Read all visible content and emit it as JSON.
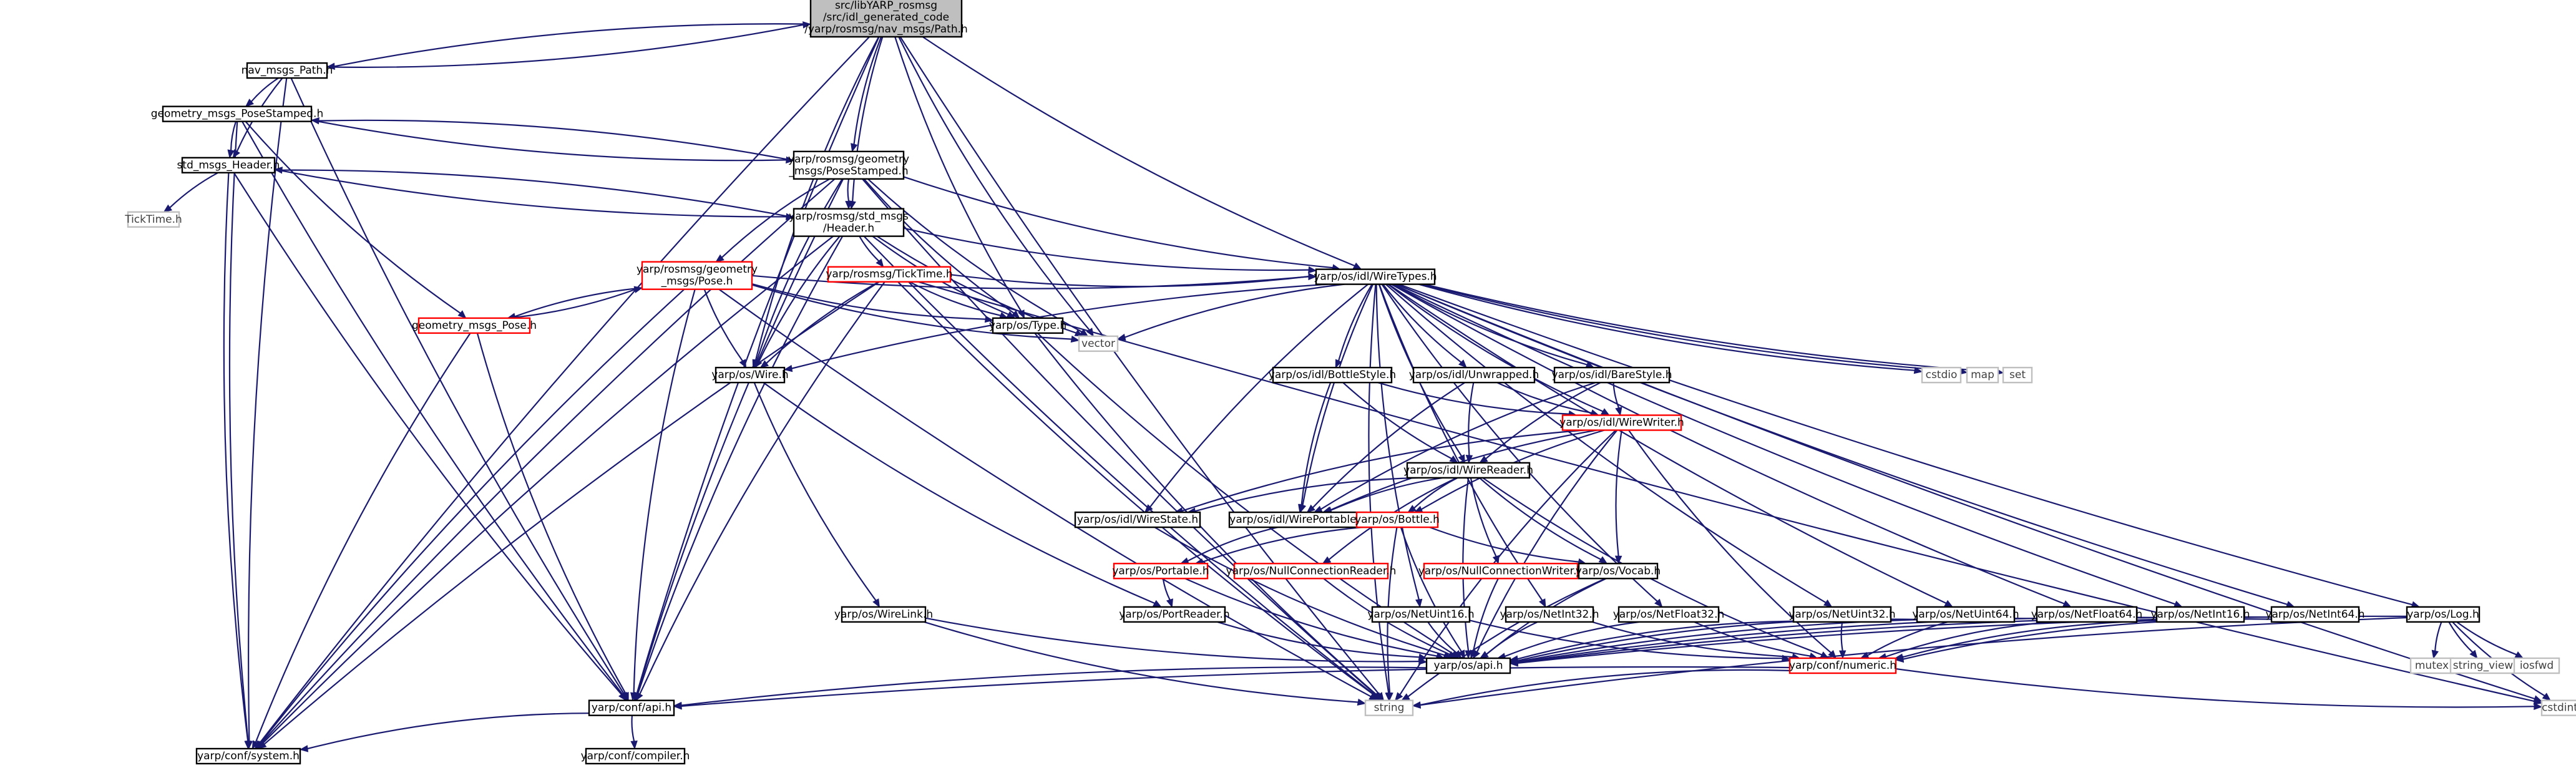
{
  "colors": {
    "edge": "#191970",
    "border_default": "#000000",
    "border_red": "#ff0000",
    "border_gray": "#bfbfbf",
    "fill_root": "#bfbfbf",
    "fill_default": "#ffffff",
    "text_default": "#000000",
    "text_gray": "#404040"
  },
  "nodes": [
    {
      "id": "root",
      "lines": [
        "src/libYARP_rosmsg",
        "/src/idl_generated_code",
        "/yarp/rosmsg/nav_msgs/Path.h"
      ],
      "style": "root"
    },
    {
      "id": "nav_path",
      "lines": [
        "nav_msgs_Path.h"
      ],
      "style": "default"
    },
    {
      "id": "gm_posestamped",
      "lines": [
        "geometry_msgs_PoseStamped.h"
      ],
      "style": "default"
    },
    {
      "id": "std_header",
      "lines": [
        "std_msgs_Header.h"
      ],
      "style": "default"
    },
    {
      "id": "ticktime_ext",
      "lines": [
        "TickTime.h"
      ],
      "style": "gray"
    },
    {
      "id": "yr_posestamped",
      "lines": [
        "yarp/rosmsg/geometry",
        "_msgs/PoseStamped.h"
      ],
      "style": "default"
    },
    {
      "id": "yr_header",
      "lines": [
        "yarp/rosmsg/std_msgs",
        "/Header.h"
      ],
      "style": "default"
    },
    {
      "id": "yr_pose",
      "lines": [
        "yarp/rosmsg/geometry",
        "_msgs/Pose.h"
      ],
      "style": "red"
    },
    {
      "id": "yr_ticktime",
      "lines": [
        "yarp/rosmsg/TickTime.h"
      ],
      "style": "red"
    },
    {
      "id": "gm_pose",
      "lines": [
        "geometry_msgs_Pose.h"
      ],
      "style": "red"
    },
    {
      "id": "os_type",
      "lines": [
        "yarp/os/Type.h"
      ],
      "style": "default"
    },
    {
      "id": "os_wire",
      "lines": [
        "yarp/os/Wire.h"
      ],
      "style": "default"
    },
    {
      "id": "vector",
      "lines": [
        "vector"
      ],
      "style": "gray"
    },
    {
      "id": "wiretypes",
      "lines": [
        "yarp/os/idl/WireTypes.h"
      ],
      "style": "default"
    },
    {
      "id": "cstdio",
      "lines": [
        "cstdio"
      ],
      "style": "gray"
    },
    {
      "id": "map",
      "lines": [
        "map"
      ],
      "style": "gray"
    },
    {
      "id": "set",
      "lines": [
        "set"
      ],
      "style": "gray"
    },
    {
      "id": "bottlestyle",
      "lines": [
        "yarp/os/idl/BottleStyle.h"
      ],
      "style": "default"
    },
    {
      "id": "unwrapped",
      "lines": [
        "yarp/os/idl/Unwrapped.h"
      ],
      "style": "default"
    },
    {
      "id": "barestyle",
      "lines": [
        "yarp/os/idl/BareStyle.h"
      ],
      "style": "default"
    },
    {
      "id": "wirewriter",
      "lines": [
        "yarp/os/idl/WireWriter.h"
      ],
      "style": "red"
    },
    {
      "id": "wirereader",
      "lines": [
        "yarp/os/idl/WireReader.h"
      ],
      "style": "default"
    },
    {
      "id": "wirestate",
      "lines": [
        "yarp/os/idl/WireState.h"
      ],
      "style": "default"
    },
    {
      "id": "wireportable",
      "lines": [
        "yarp/os/idl/WirePortable.h"
      ],
      "style": "default"
    },
    {
      "id": "bottle",
      "lines": [
        "yarp/os/Bottle.h"
      ],
      "style": "red"
    },
    {
      "id": "portable",
      "lines": [
        "yarp/os/Portable.h"
      ],
      "style": "red"
    },
    {
      "id": "nullconnreader",
      "lines": [
        "yarp/os/NullConnectionReader.h"
      ],
      "style": "red"
    },
    {
      "id": "nullconnwriter",
      "lines": [
        "yarp/os/NullConnectionWriter.h"
      ],
      "style": "red"
    },
    {
      "id": "vocab",
      "lines": [
        "yarp/os/Vocab.h"
      ],
      "style": "default"
    },
    {
      "id": "wirelink",
      "lines": [
        "yarp/os/WireLink.h"
      ],
      "style": "default"
    },
    {
      "id": "portreader",
      "lines": [
        "yarp/os/PortReader.h"
      ],
      "style": "default"
    },
    {
      "id": "netuint16",
      "lines": [
        "yarp/os/NetUint16.h"
      ],
      "style": "default"
    },
    {
      "id": "netint32",
      "lines": [
        "yarp/os/NetInt32.h"
      ],
      "style": "default"
    },
    {
      "id": "netfloat32",
      "lines": [
        "yarp/os/NetFloat32.h"
      ],
      "style": "default"
    },
    {
      "id": "netuint32",
      "lines": [
        "yarp/os/NetUint32.h"
      ],
      "style": "default"
    },
    {
      "id": "netuint64",
      "lines": [
        "yarp/os/NetUint64.h"
      ],
      "style": "default"
    },
    {
      "id": "netfloat64",
      "lines": [
        "yarp/os/NetFloat64.h"
      ],
      "style": "default"
    },
    {
      "id": "netint16",
      "lines": [
        "yarp/os/NetInt16.h"
      ],
      "style": "default"
    },
    {
      "id": "netint64",
      "lines": [
        "yarp/os/NetInt64.h"
      ],
      "style": "default"
    },
    {
      "id": "oslog",
      "lines": [
        "yarp/os/Log.h"
      ],
      "style": "default"
    },
    {
      "id": "mutex",
      "lines": [
        "mutex"
      ],
      "style": "gray"
    },
    {
      "id": "string_view",
      "lines": [
        "string_view"
      ],
      "style": "gray"
    },
    {
      "id": "iosfwd",
      "lines": [
        "iosfwd"
      ],
      "style": "gray"
    },
    {
      "id": "os_api",
      "lines": [
        "yarp/os/api.h"
      ],
      "style": "default"
    },
    {
      "id": "numeric",
      "lines": [
        "yarp/conf/numeric.h"
      ],
      "style": "red"
    },
    {
      "id": "conf_api",
      "lines": [
        "yarp/conf/api.h"
      ],
      "style": "default"
    },
    {
      "id": "string",
      "lines": [
        "string"
      ],
      "style": "gray"
    },
    {
      "id": "cstdint",
      "lines": [
        "cstdint"
      ],
      "style": "gray"
    },
    {
      "id": "conf_system",
      "lines": [
        "yarp/conf/system.h"
      ],
      "style": "default"
    },
    {
      "id": "conf_compiler",
      "lines": [
        "yarp/conf/compiler.h"
      ],
      "style": "default"
    }
  ],
  "edges": [
    [
      "root",
      "nav_path"
    ],
    [
      "root",
      "conf_system"
    ],
    [
      "root",
      "yr_posestamped"
    ],
    [
      "root",
      "yr_header"
    ],
    [
      "root",
      "os_wire"
    ],
    [
      "root",
      "os_type"
    ],
    [
      "root",
      "wiretypes"
    ],
    [
      "root",
      "vector"
    ],
    [
      "root",
      "string"
    ],
    [
      "root",
      "conf_api"
    ],
    [
      "nav_path",
      "gm_posestamped"
    ],
    [
      "nav_path",
      "std_header"
    ],
    [
      "nav_path",
      "conf_system"
    ],
    [
      "nav_path",
      "conf_api"
    ],
    [
      "nav_path",
      "root"
    ],
    [
      "gm_posestamped",
      "yr_posestamped"
    ],
    [
      "gm_posestamped",
      "gm_pose"
    ],
    [
      "gm_posestamped",
      "std_header"
    ],
    [
      "gm_posestamped",
      "conf_system"
    ],
    [
      "gm_posestamped",
      "conf_api"
    ],
    [
      "std_header",
      "yr_header"
    ],
    [
      "std_header",
      "ticktime_ext"
    ],
    [
      "std_header",
      "conf_system"
    ],
    [
      "std_header",
      "conf_api"
    ],
    [
      "yr_posestamped",
      "yr_header"
    ],
    [
      "yr_posestamped",
      "yr_pose"
    ],
    [
      "yr_posestamped",
      "os_wire"
    ],
    [
      "yr_posestamped",
      "os_type"
    ],
    [
      "yr_posestamped",
      "wiretypes"
    ],
    [
      "yr_posestamped",
      "vector"
    ],
    [
      "yr_posestamped",
      "string"
    ],
    [
      "yr_posestamped",
      "conf_api"
    ],
    [
      "yr_posestamped",
      "conf_system"
    ],
    [
      "yr_posestamped",
      "gm_posestamped"
    ],
    [
      "yr_header",
      "yr_ticktime"
    ],
    [
      "yr_header",
      "os_wire"
    ],
    [
      "yr_header",
      "os_type"
    ],
    [
      "yr_header",
      "wiretypes"
    ],
    [
      "yr_header",
      "vector"
    ],
    [
      "yr_header",
      "string"
    ],
    [
      "yr_header",
      "conf_api"
    ],
    [
      "yr_header",
      "conf_system"
    ],
    [
      "yr_header",
      "std_header"
    ],
    [
      "yr_pose",
      "gm_pose"
    ],
    [
      "yr_pose",
      "os_wire"
    ],
    [
      "yr_pose",
      "os_type"
    ],
    [
      "yr_pose",
      "wiretypes"
    ],
    [
      "yr_pose",
      "vector"
    ],
    [
      "yr_pose",
      "string"
    ],
    [
      "yr_pose",
      "conf_api"
    ],
    [
      "yr_pose",
      "conf_system"
    ],
    [
      "gm_pose",
      "yr_pose"
    ],
    [
      "gm_pose",
      "conf_api"
    ],
    [
      "gm_pose",
      "conf_system"
    ],
    [
      "yr_ticktime",
      "os_wire"
    ],
    [
      "yr_ticktime",
      "os_type"
    ],
    [
      "yr_ticktime",
      "wiretypes"
    ],
    [
      "yr_ticktime",
      "cstdint"
    ],
    [
      "yr_ticktime",
      "string"
    ],
    [
      "yr_ticktime",
      "conf_api"
    ],
    [
      "yr_ticktime",
      "conf_system"
    ],
    [
      "os_type",
      "os_api"
    ],
    [
      "os_type",
      "string"
    ],
    [
      "os_wire",
      "portreader"
    ],
    [
      "os_wire",
      "wirelink"
    ],
    [
      "wiretypes",
      "os_wire"
    ],
    [
      "wiretypes",
      "vector"
    ],
    [
      "wiretypes",
      "cstdio"
    ],
    [
      "wiretypes",
      "map"
    ],
    [
      "wiretypes",
      "set"
    ],
    [
      "wiretypes",
      "string"
    ],
    [
      "wiretypes",
      "cstdint"
    ],
    [
      "wiretypes",
      "bottlestyle"
    ],
    [
      "wiretypes",
      "unwrapped"
    ],
    [
      "wiretypes",
      "barestyle"
    ],
    [
      "wiretypes",
      "wirewriter"
    ],
    [
      "wiretypes",
      "wirereader"
    ],
    [
      "wiretypes",
      "wirestate"
    ],
    [
      "wiretypes",
      "wireportable"
    ],
    [
      "wiretypes",
      "netuint16"
    ],
    [
      "wiretypes",
      "netint32"
    ],
    [
      "wiretypes",
      "netfloat32"
    ],
    [
      "wiretypes",
      "netuint32"
    ],
    [
      "wiretypes",
      "netuint64"
    ],
    [
      "wiretypes",
      "netfloat64"
    ],
    [
      "wiretypes",
      "netint16"
    ],
    [
      "wiretypes",
      "netint64"
    ],
    [
      "wiretypes",
      "oslog"
    ],
    [
      "bottlestyle",
      "wirewriter"
    ],
    [
      "bottlestyle",
      "wirereader"
    ],
    [
      "bottlestyle",
      "wireportable"
    ],
    [
      "unwrapped",
      "wirewriter"
    ],
    [
      "unwrapped",
      "wirereader"
    ],
    [
      "unwrapped",
      "wireportable"
    ],
    [
      "barestyle",
      "wirewriter"
    ],
    [
      "barestyle",
      "wirereader"
    ],
    [
      "barestyle",
      "wireportable"
    ],
    [
      "wirewriter",
      "wirestate"
    ],
    [
      "wirewriter",
      "wireportable"
    ],
    [
      "wirewriter",
      "bottle"
    ],
    [
      "wirewriter",
      "vocab"
    ],
    [
      "wirewriter",
      "numeric"
    ],
    [
      "wirewriter",
      "os_api"
    ],
    [
      "wirewriter",
      "string"
    ],
    [
      "wirereader",
      "wirestate"
    ],
    [
      "wirereader",
      "wireportable"
    ],
    [
      "wirereader",
      "bottle"
    ],
    [
      "wirereader",
      "vocab"
    ],
    [
      "wirereader",
      "nullconnreader"
    ],
    [
      "wirereader",
      "nullconnwriter"
    ],
    [
      "wirereader",
      "numeric"
    ],
    [
      "wirereader",
      "os_api"
    ],
    [
      "wireportable",
      "portable"
    ],
    [
      "wirestate",
      "os_api"
    ],
    [
      "bottle",
      "portable"
    ],
    [
      "bottle",
      "vocab"
    ],
    [
      "bottle",
      "os_api"
    ],
    [
      "bottle",
      "string"
    ],
    [
      "portable",
      "portreader"
    ],
    [
      "portable",
      "os_api"
    ],
    [
      "nullconnreader",
      "os_api"
    ],
    [
      "nullconnwriter",
      "os_api"
    ],
    [
      "vocab",
      "os_api"
    ],
    [
      "vocab",
      "string"
    ],
    [
      "wirelink",
      "os_api"
    ],
    [
      "wirelink",
      "string"
    ],
    [
      "portreader",
      "os_api"
    ],
    [
      "netuint16",
      "os_api"
    ],
    [
      "netuint16",
      "numeric"
    ],
    [
      "netint32",
      "os_api"
    ],
    [
      "netint32",
      "numeric"
    ],
    [
      "netfloat32",
      "os_api"
    ],
    [
      "netfloat32",
      "numeric"
    ],
    [
      "netuint32",
      "os_api"
    ],
    [
      "netuint32",
      "numeric"
    ],
    [
      "netuint64",
      "os_api"
    ],
    [
      "netuint64",
      "numeric"
    ],
    [
      "netfloat64",
      "os_api"
    ],
    [
      "netfloat64",
      "numeric"
    ],
    [
      "netint16",
      "os_api"
    ],
    [
      "netint16",
      "numeric"
    ],
    [
      "netint64",
      "os_api"
    ],
    [
      "netint64",
      "numeric"
    ],
    [
      "oslog",
      "os_api"
    ],
    [
      "oslog",
      "mutex"
    ],
    [
      "oslog",
      "string_view"
    ],
    [
      "oslog",
      "iosfwd"
    ],
    [
      "oslog",
      "cstdint"
    ],
    [
      "oslog",
      "string"
    ],
    [
      "os_api",
      "conf_api"
    ],
    [
      "numeric",
      "conf_api"
    ],
    [
      "numeric",
      "string"
    ],
    [
      "numeric",
      "cstdint"
    ],
    [
      "conf_api",
      "conf_system"
    ],
    [
      "conf_api",
      "conf_compiler"
    ]
  ]
}
